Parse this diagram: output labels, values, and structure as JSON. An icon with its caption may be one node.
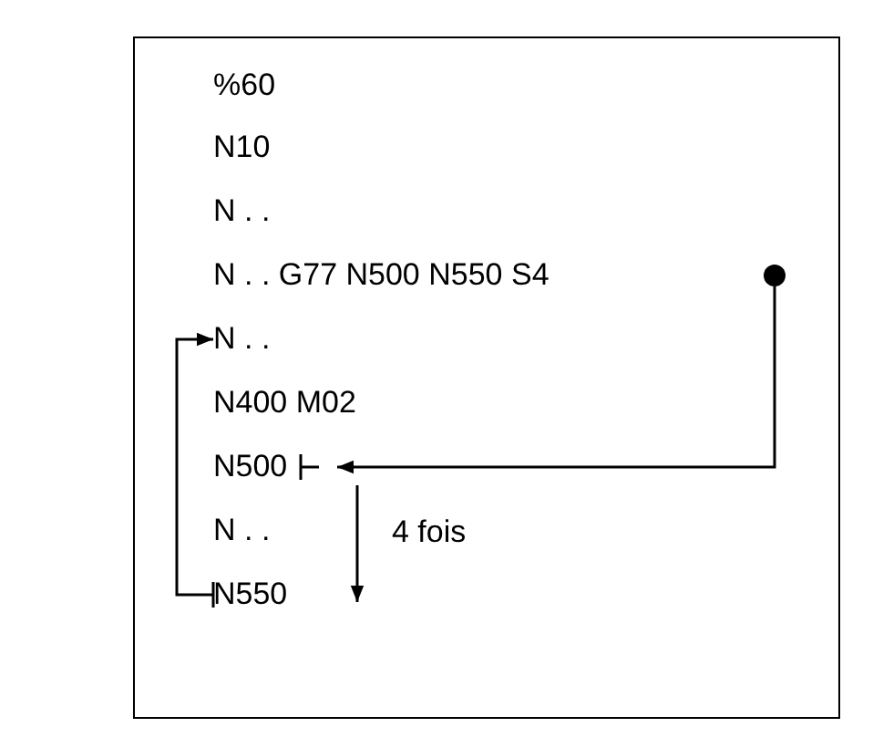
{
  "diagram": {
    "nodes": [
      {
        "text": [
          "%60"
        ]
      },
      {
        "text": [
          "N10"
        ]
      },
      {
        "text": [
          "N . ."
        ]
      },
      {
        "text": [
          "N . . G77 N500 N550 S4"
        ]
      },
      {
        "text": [
          "N . ."
        ]
      },
      {
        "text": [
          "N400 M02"
        ]
      },
      {
        "text": [
          "N500"
        ]
      },
      {
        "text": [
          "N . ."
        ]
      },
      {
        "text": [
          "N550"
        ]
      },
      {
        "text": [],
        "shape": "circle"
      }
    ],
    "edges": [
      {
        "from": 9,
        "to": 6,
        "arrow": "to"
      },
      {
        "from": 6,
        "to": 8,
        "arrow": "to",
        "label": "4 fois"
      },
      {
        "from": 8,
        "to": 4,
        "arrow": "to"
      }
    ]
  }
}
